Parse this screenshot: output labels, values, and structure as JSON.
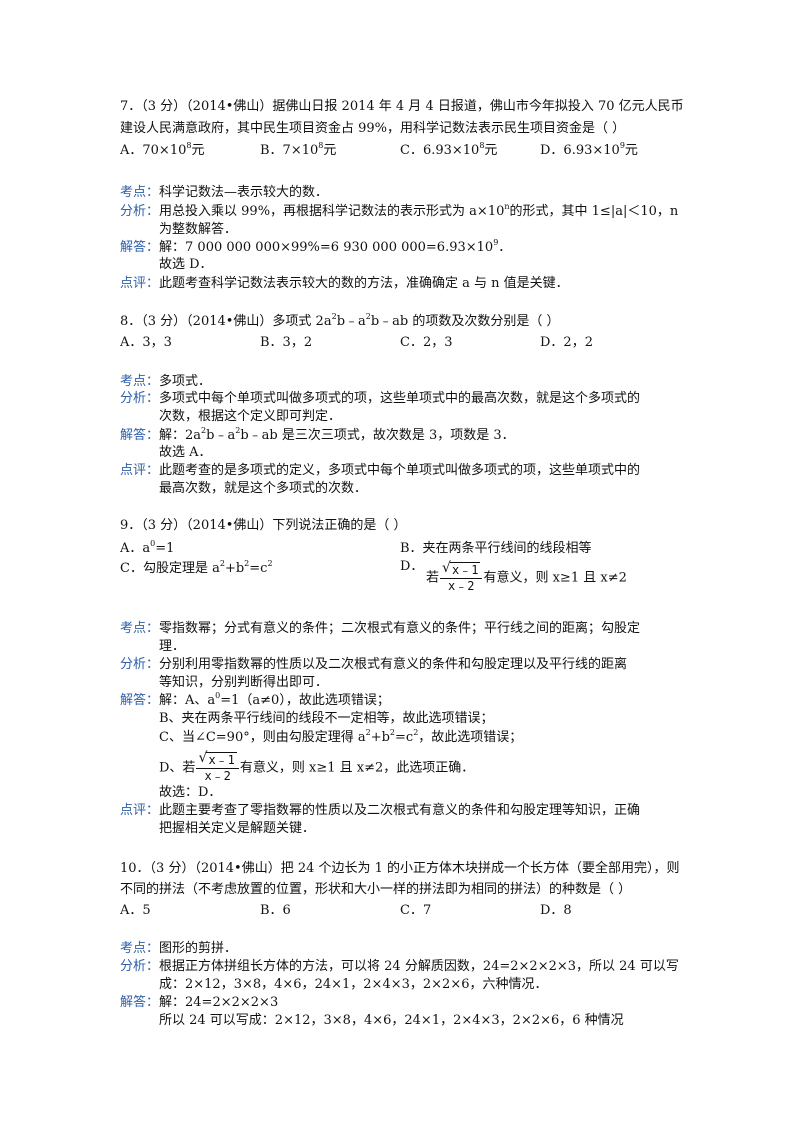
{
  "colors": {
    "label": "#2e5fa8",
    "text": "#111111"
  },
  "labels": {
    "kaodian": "考点：",
    "fenxi": "分析：",
    "jieda": "解答：",
    "dianping": "点评："
  },
  "q7": {
    "line1": "7．（3 分）（2014•佛山）据佛山日报 2014 年 4 月 4 日报道，佛山市今年拟投入 70 亿元人民币",
    "line2": "建设人民满意政府，其中民生项目资金占 99%，用科学记数法表示民生项目资金是（      ）",
    "optA_pre": "A．70×10",
    "optA_sup": "8",
    "optA_post": "元",
    "optB_pre": "B．7×10",
    "optB_sup": "8",
    "optB_post": "元",
    "optC_pre": "C．6.93×10",
    "optC_sup": "8",
    "optC_post": "元",
    "optD_pre": "D．6.93×10",
    "optD_sup": "9",
    "optD_post": "元",
    "kaodian": "科学记数法—表示较大的数．",
    "fenxi1_pre": "用总投入乘以 99%，再根据科学记数法的表示形式为 a×10",
    "fenxi1_sup": "n",
    "fenxi1_post": "的形式，其中 1≤|a|＜10，n",
    "fenxi2": "为整数解答．",
    "jieda1_pre": "解：7 000 000 000×99%=6 930 000 000=6.93×10",
    "jieda1_sup": "9",
    "jieda1_post": "．",
    "jieda2": "故选 D．",
    "dianping": "此题考查科学记数法表示较大的数的方法，准确确定 a 与 n 值是关键．"
  },
  "q8": {
    "line1_pre": "8．（3 分）（2014•佛山）多项式 2a",
    "line1_sup1": "2",
    "line1_mid": "b﹣a",
    "line1_sup2": "2",
    "line1_post": "b﹣ab 的项数及次数分别是（      ）",
    "optA": "A．3，3",
    "optB": "B．3，2",
    "optC": "C．2，3",
    "optD": "D．2，2",
    "kaodian": "多项式．",
    "fenxi1": "多项式中每个单项式叫做多项式的项，这些单项式中的最高次数，就是这个多项式的",
    "fenxi2": "次数，根据这个定义即可判定．",
    "jieda1_pre": "解：2a",
    "jieda1_sup1": "2",
    "jieda1_mid": "b﹣a",
    "jieda1_sup2": "2",
    "jieda1_post": "b﹣ab 是三次三项式，故次数是 3，项数是 3．",
    "jieda2": "故选 A．",
    "dianping1": "此题考查的是多项式的定义，多项式中每个单项式叫做多项式的项，这些单项式中的",
    "dianping2": "最高次数，就是这个多项式的次数．"
  },
  "q9": {
    "line1": "9．（3 分）（2014•佛山）下列说法正确的是（      ）",
    "optA_pre": "A．a",
    "optA_sup": "0",
    "optA_post": "=1",
    "optB": "B．夹在两条平行线间的线段相等",
    "optC_pre": "C．勾股定理是 a",
    "optC_sup1": "2",
    "optC_mid1": "+b",
    "optC_sup2": "2",
    "optC_mid2": "=c",
    "optC_sup3": "2",
    "optD_label": "D．",
    "optD_pre": "若",
    "frac_num": "x﹣1",
    "frac_den": "x﹣2",
    "optD_post": "有意义，则 x≥1 且 x≠2",
    "kaodian1": "零指数幂；分式有意义的条件；二次根式有意义的条件；平行线之间的距离；勾股定",
    "kaodian2": "理．",
    "fenxi1": "分别利用零指数幂的性质以及二次根式有意义的条件和勾股定理以及平行线的距离",
    "fenxi2": "等知识，分别判断得出即可．",
    "jieda1_pre": "解：A、a",
    "jieda1_sup": "0",
    "jieda1_post": "=1（a≠0），故此选项错误；",
    "jieda2": "B、夹在两条平行线间的线段不一定相等，故此选项错误；",
    "jieda3_pre": "C、当∠C=90°，则由勾股定理得 a",
    "jieda3_sup1": "2",
    "jieda3_mid1": "+b",
    "jieda3_sup2": "2",
    "jieda3_mid2": "=c",
    "jieda3_sup3": "2",
    "jieda3_post": "，故此选项错误；",
    "jieda4_pre": "D、若",
    "jieda4_post": "有意义，则 x≥1 且 x≠2，此选项正确．",
    "jieda5": "故选：D．",
    "dianping1": "此题主要考查了零指数幂的性质以及二次根式有意义的条件和勾股定理等知识，正确",
    "dianping2": "把握相关定义是解题关键．"
  },
  "q10": {
    "line1": "10．（3 分）（2014•佛山）把 24 个边长为 1 的小正方体木块拼成一个长方体（要全部用完），则",
    "line2": "不同的拼法（不考虑放置的位置，形状和大小一样的拼法即为相同的拼法）的种数是（      ）",
    "optA": "A．5",
    "optB": "B．6",
    "optC": "C．7",
    "optD": "D．8",
    "kaodian": "图形的剪拼．",
    "fenxi1": "根据正方体拼组长方体的方法，可以将 24 分解质因数，24=2×2×2×3，所以 24 可以写",
    "fenxi2": "成：2×12，3×8，4×6，24×1，2×4×3，2×2×6，六种情况．",
    "jieda1": "解：24=2×2×2×3",
    "jieda2": "所以 24 可以写成：2×12，3×8，4×6，24×1，2×4×3，2×2×6，6 种情况"
  }
}
